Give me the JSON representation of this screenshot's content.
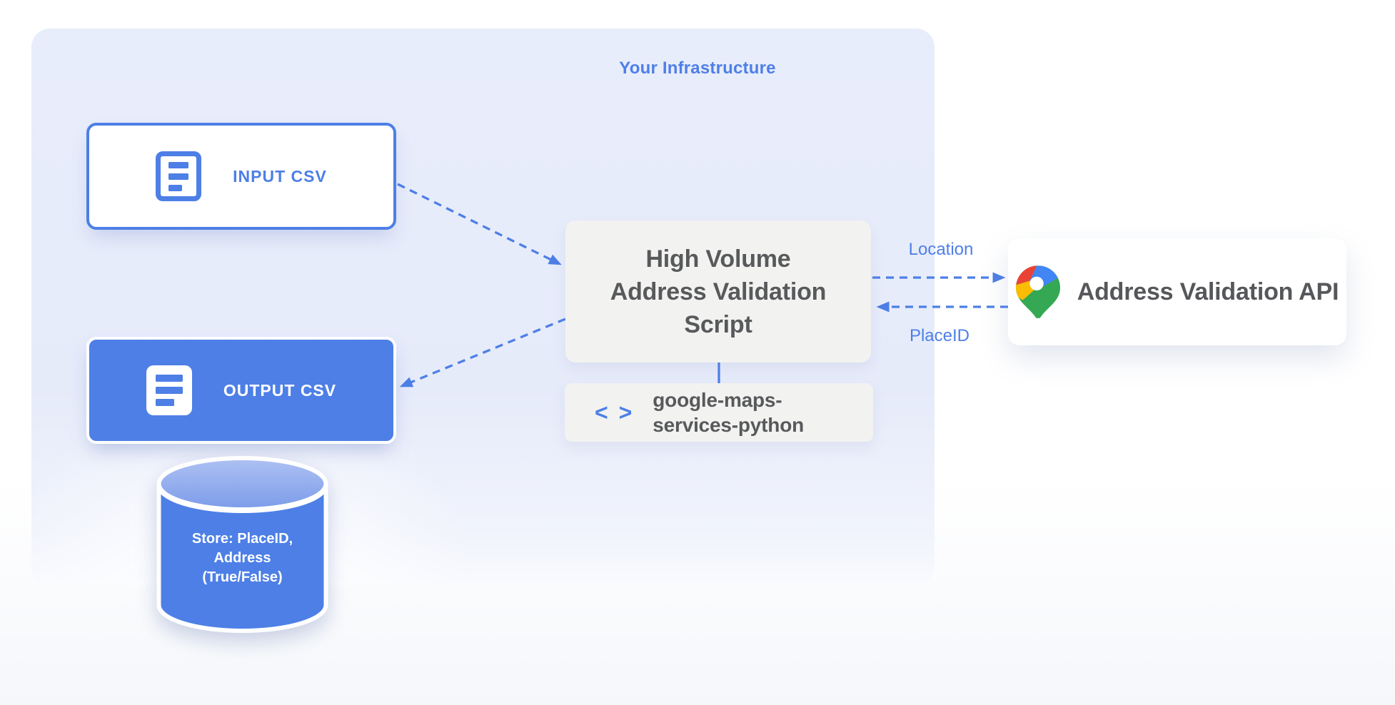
{
  "colors": {
    "accent_blue": "#4d7fe6",
    "container_bg": "#e7ecfa",
    "box_gray": "#f2f2f1",
    "text_gray": "#58595b",
    "api_text": "#55575a",
    "label_blue": "#4e7fe8",
    "cylinder_top_light": "#aec1f3",
    "cylinder_top_dark": "#7b9ce9",
    "pin_red": "#EA4335",
    "pin_blue": "#4285F4",
    "pin_yellow": "#FBBC04",
    "pin_green": "#34A853"
  },
  "infrastructure": {
    "title": "Your Infrastructure"
  },
  "input_box": {
    "label": "INPUT CSV"
  },
  "output_box": {
    "label": "OUTPUT CSV"
  },
  "datastore": {
    "label": "Store: PlaceID,\nAddress\n(True/False)"
  },
  "script_box": {
    "label": "High Volume\nAddress Validation\nScript"
  },
  "library_box": {
    "icon_glyph": "< >",
    "label": "google-maps-\nservices-python"
  },
  "api_box": {
    "label": "Address Validation API"
  },
  "arrows": {
    "location_label": "Location",
    "placeid_label": "PlaceID"
  }
}
